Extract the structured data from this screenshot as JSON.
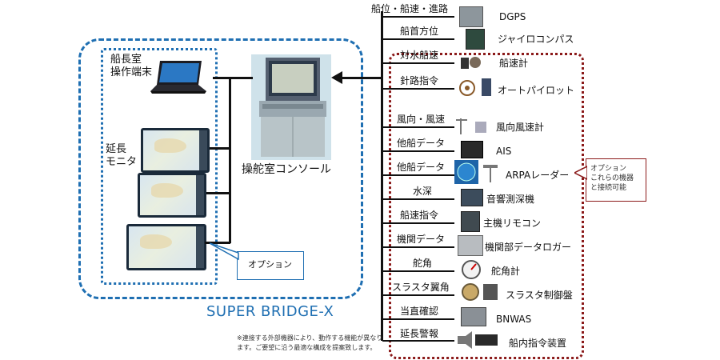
{
  "title": "SUPER BRIDGE-X",
  "left_group": {
    "captain_terminal_label": [
      "船長室",
      "操作端末"
    ],
    "extension_monitor_label": [
      "延長",
      "モニタ"
    ],
    "option_label": "オプション"
  },
  "console_label": "操舵室コンソール",
  "signals": [
    {
      "signal": "船位・船速・進路",
      "device": "DGPS"
    },
    {
      "signal": "船首方位",
      "device": "ジャイロコンパス"
    },
    {
      "signal": "対水船速",
      "device": "船速計"
    },
    {
      "signal": "針路指令",
      "device": "オートパイロット"
    },
    {
      "signal": "風向・風速",
      "device": "風向風速計"
    },
    {
      "signal": "他船データ",
      "device": "AIS"
    },
    {
      "signal": "他船データ",
      "device": "ARPAレーダー"
    },
    {
      "signal": "水深",
      "device": "音響測深機"
    },
    {
      "signal": "船速指令",
      "device": "主機リモコン"
    },
    {
      "signal": "機関データ",
      "device": "機関部データロガー"
    },
    {
      "signal": "舵角",
      "device": "舵角計"
    },
    {
      "signal": "スラスタ翼角",
      "device": "スラスタ制御盤"
    },
    {
      "signal": "当直確認",
      "device": "BNWAS"
    },
    {
      "signal": "延長警報",
      "device": "船内指令装置"
    }
  ],
  "option_callout": [
    "オプション",
    "これらの機器",
    "と接続可能"
  ],
  "footnote": [
    "※連接する外部機器により、動作する機能が異なり",
    "ます。ご要望に沿う最適な構成を提案致します。"
  ],
  "colors": {
    "dashed_blue": "#1f6fb2",
    "dotted_red": "#8b1a1a",
    "line": "#111111"
  }
}
